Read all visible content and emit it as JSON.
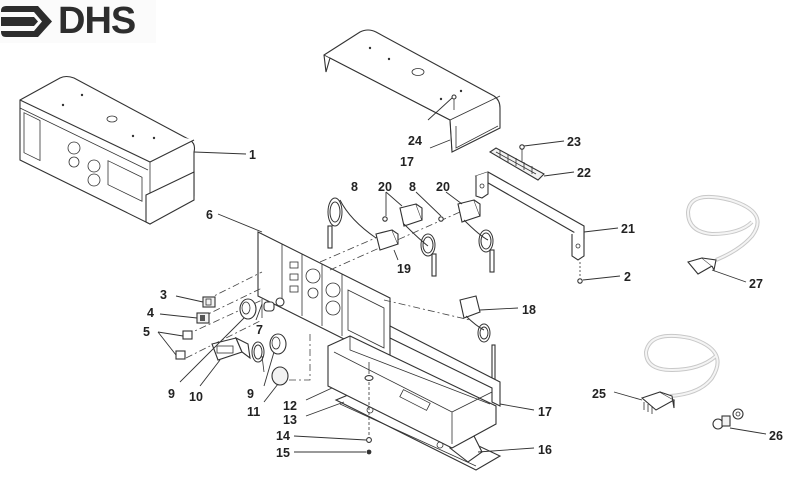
{
  "logo": {
    "brand": "DHS",
    "icon": "arrow-logo-icon"
  },
  "diagram": {
    "title": "Control box exploded parts view",
    "callouts": [
      {
        "id": "c1",
        "label": "1"
      },
      {
        "id": "c2",
        "label": "2"
      },
      {
        "id": "c3",
        "label": "3"
      },
      {
        "id": "c4",
        "label": "4"
      },
      {
        "id": "c5",
        "label": "5"
      },
      {
        "id": "c6",
        "label": "6"
      },
      {
        "id": "c7",
        "label": "7"
      },
      {
        "id": "c8a",
        "label": "8"
      },
      {
        "id": "c8b",
        "label": "8"
      },
      {
        "id": "c9a",
        "label": "9"
      },
      {
        "id": "c9b",
        "label": "9"
      },
      {
        "id": "c10",
        "label": "10"
      },
      {
        "id": "c11",
        "label": "11"
      },
      {
        "id": "c12",
        "label": "12"
      },
      {
        "id": "c13",
        "label": "13"
      },
      {
        "id": "c14",
        "label": "14"
      },
      {
        "id": "c15",
        "label": "15"
      },
      {
        "id": "c16",
        "label": "16"
      },
      {
        "id": "c17a",
        "label": "17"
      },
      {
        "id": "c17b",
        "label": "17"
      },
      {
        "id": "c18",
        "label": "18"
      },
      {
        "id": "c19",
        "label": "19"
      },
      {
        "id": "c20a",
        "label": "20"
      },
      {
        "id": "c20b",
        "label": "20"
      },
      {
        "id": "c21",
        "label": "21"
      },
      {
        "id": "c22",
        "label": "22"
      },
      {
        "id": "c23",
        "label": "23"
      },
      {
        "id": "c24",
        "label": "24"
      },
      {
        "id": "c25",
        "label": "25"
      },
      {
        "id": "c26",
        "label": "26"
      },
      {
        "id": "c27",
        "label": "27"
      }
    ],
    "parts": [
      "assembled-control-box",
      "upper-cover",
      "front-panel",
      "rocker-switch-3",
      "rocker-switch-4",
      "blank-plugs",
      "knob-nut",
      "thermostat-knobs",
      "digital-thermometer",
      "cap",
      "screw-12",
      "washer-13",
      "washer-14",
      "nut-15",
      "base-housing",
      "gasket-17",
      "thermostat-18",
      "thermostat-19",
      "thermostats-20",
      "mounting-bracket",
      "terminal-block",
      "screw-23",
      "screw-24",
      "connector-cable-25",
      "cable-gland",
      "connector-cable-27"
    ]
  }
}
